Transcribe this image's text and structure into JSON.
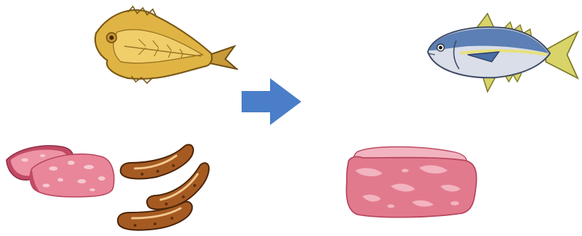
{
  "illustrations": {
    "processed_items": [
      "dried-fish",
      "ham",
      "sausages"
    ],
    "fresh_items": [
      "fresh-fish",
      "raw-meat"
    ],
    "arrow": "right-arrow"
  },
  "colors": {
    "arrow_fill": "#4A7EC8",
    "dried_fish": "#D9A83A",
    "dried_fish_outline": "#8C6A1E",
    "ham_pink": "#E9869A",
    "ham_dark": "#C24A64",
    "sausage_brown": "#A55A22",
    "sausage_dark": "#5E2E0E",
    "fish_blue": "#5C7FB5",
    "fish_belly": "#D9DEE8",
    "fish_fin_yellow": "#D8D46A",
    "raw_meat": "#E27A8E",
    "raw_meat_light": "#F2B4C0"
  }
}
